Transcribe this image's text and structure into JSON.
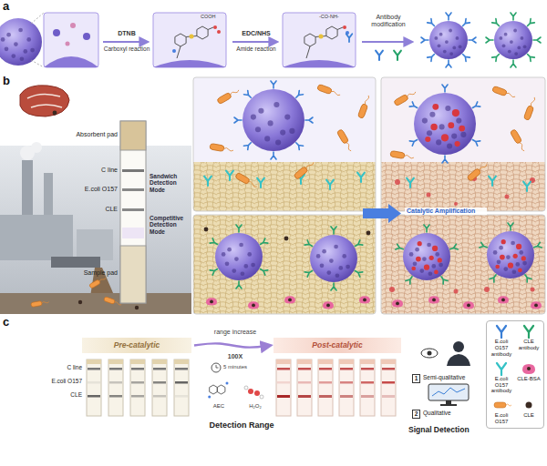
{
  "diagram": {
    "nodes": [
      {
        "text": [
          "Pre-catalytic"
        ]
      },
      {
        "text": [
          "Post-catalytic"
        ]
      },
      {
        "text": [
          "1"
        ]
      },
      {
        "text": [
          "2"
        ]
      }
    ],
    "edges": [
      {
        "from": 0,
        "to": 1,
        "arrow": "to"
      }
    ],
    "labels": [
      "a",
      "b",
      "c",
      "DTNB",
      "Carboxyl reaction",
      "COOH",
      "EDC/NHS",
      "Amide reaction",
      "-CO-NH-",
      "Antibody modification",
      "Absorbent pad",
      "C line",
      "E.coli O157",
      "CLE",
      "Sample pad",
      "Sandwich Detection Mode",
      "Competitive Detection Mode",
      "Catalytic Amplification",
      "range increase",
      "100X",
      "5 minutes",
      "C line",
      "E.coli O157",
      "CLE",
      "AEC",
      "H₂O₂",
      "Detection Range",
      "Semi-qualitative",
      "Qualitative",
      "Signal Detection"
    ],
    "legend": [
      {
        "text": "E.coli O157 antibody"
      },
      {
        "text": "CLE antibody"
      },
      {
        "text": "E.coli O157 antibody"
      },
      {
        "text": "CLE-BSA"
      },
      {
        "text": "E.coli O157"
      },
      {
        "text": "CLE"
      }
    ]
  }
}
